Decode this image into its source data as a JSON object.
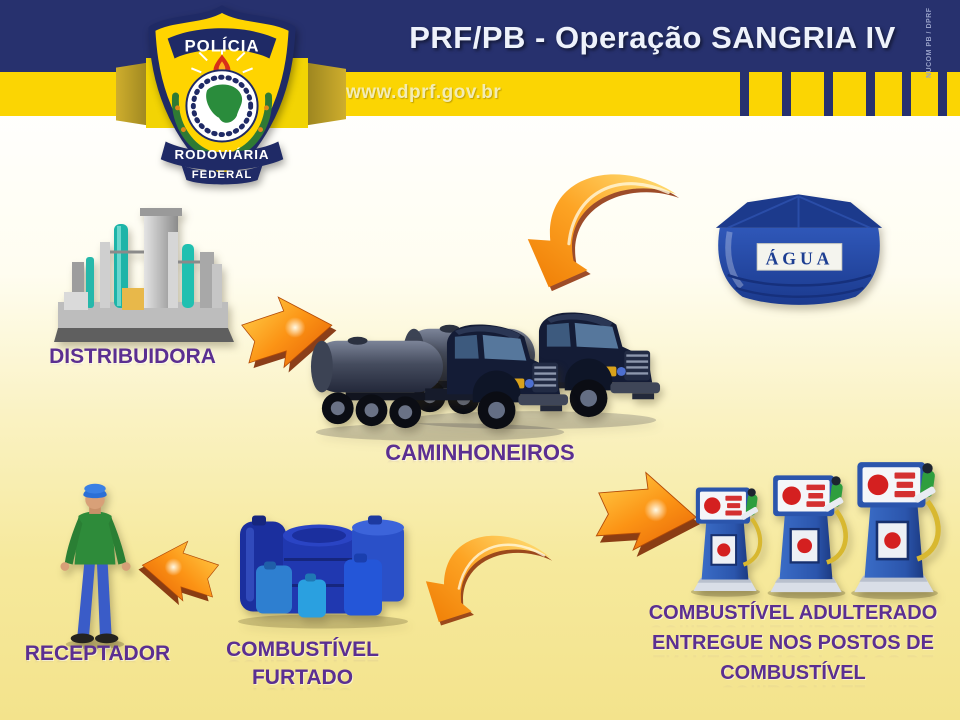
{
  "slide": {
    "title": "PRF/PB - Operação SANGRIA IV",
    "website": "www.dprf.gov.br",
    "credit": "NUCOM PB / DPRF"
  },
  "badge": {
    "top_banner": "POLÍCIA",
    "bottom_banner_1": "RODOVIÁRIA",
    "bottom_banner_2": "FEDERAL"
  },
  "diagram": {
    "distribuidora": {
      "label": "DISTRIBUIDORA",
      "icon": "refinery-illustration"
    },
    "caminhoneiros": {
      "label": "CAMINHONEIROS",
      "icon": "tanker-trucks-illustration"
    },
    "agua": {
      "label": "ÁGUA",
      "icon": "water-tank-illustration"
    },
    "postos": {
      "label_line1": "COMBUSTÍVEL ADULTERADO",
      "label_line2": "ENTREGUE NOS POSTOS DE",
      "label_line3": "COMBUSTÍVEL",
      "icon": "fuel-pumps-illustration"
    },
    "furtado": {
      "label_line1": "COMBUSTÍVEL",
      "label_line2": "FURTADO",
      "icon": "blue-drums-illustration"
    },
    "receptador": {
      "label": "RECEPTADOR",
      "icon": "receiver-person-illustration"
    }
  },
  "icons": {
    "arrow_right": "orange-3d-arrow-right",
    "arrow_left": "orange-3d-arrow-left",
    "swoosh_arrow": "orange-curved-swoosh-arrow"
  },
  "colors": {
    "header_navy": "#27316e",
    "band_yellow": "#fbd503",
    "label_purple": "#5b2f91",
    "arrow_orange": "#f08000",
    "water_tank_blue": "#2a52b4",
    "background_bottom": "#f3e38c"
  }
}
